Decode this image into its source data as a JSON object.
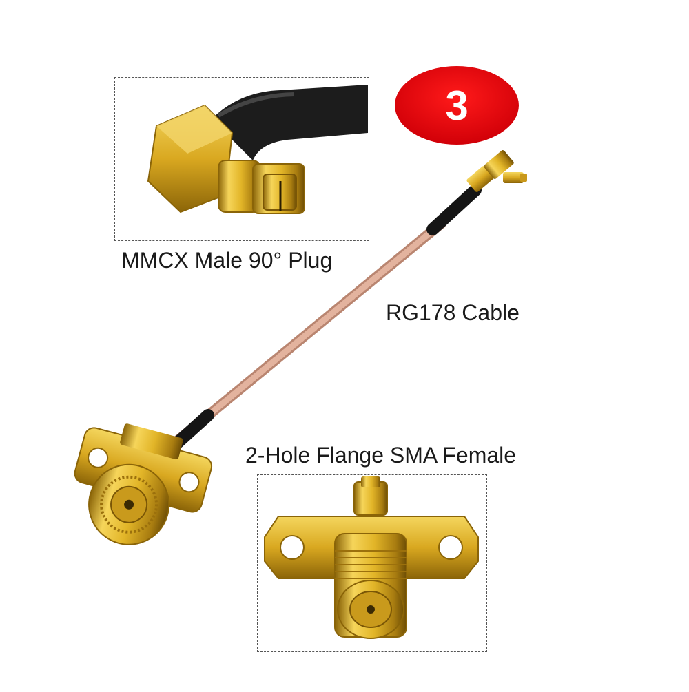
{
  "badge": {
    "number": "3",
    "color": "#e8000c"
  },
  "labels": {
    "mmcx": "MMCX Male 90° Plug",
    "cable": "RG178 Cable",
    "sma": "2-Hole Flange SMA Female"
  },
  "colors": {
    "gold": "#e2b528",
    "gold_dark": "#a37a12",
    "cable": "#d9a48e",
    "jacket": "#1b1b1b"
  },
  "icons": [
    "mmcx-connector-icon",
    "sma-flange-connector-icon",
    "rg178-cable-icon"
  ]
}
